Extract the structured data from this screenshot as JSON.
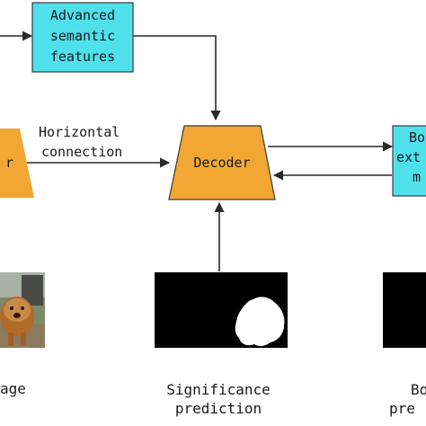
{
  "nodes": {
    "semantic": {
      "lines": [
        "Advanced",
        "semantic",
        "features"
      ],
      "fill": "#4fe0ec",
      "stroke": "#3a3a3a"
    },
    "decoder": {
      "label": "Decoder",
      "fill": "#f2a633",
      "stroke": "#3a3a3a"
    },
    "encoder_partial": {
      "label": "r",
      "fill": "#f2a633"
    },
    "boundary_partial": {
      "lines": [
        "Bo",
        "ext",
        "m"
      ],
      "fill": "#4fe0ec"
    }
  },
  "edges": {
    "horizontal": {
      "lines": [
        "Horizontal",
        "connection"
      ]
    }
  },
  "captions": {
    "input_partial": "age",
    "significance": [
      "Significance",
      "prediction"
    ],
    "boundary_partial": [
      "Bo",
      "pre"
    ]
  },
  "colors": {
    "line": "#2a2a2a",
    "mask_bg": "#000000",
    "mask_fg": "#ffffff"
  }
}
